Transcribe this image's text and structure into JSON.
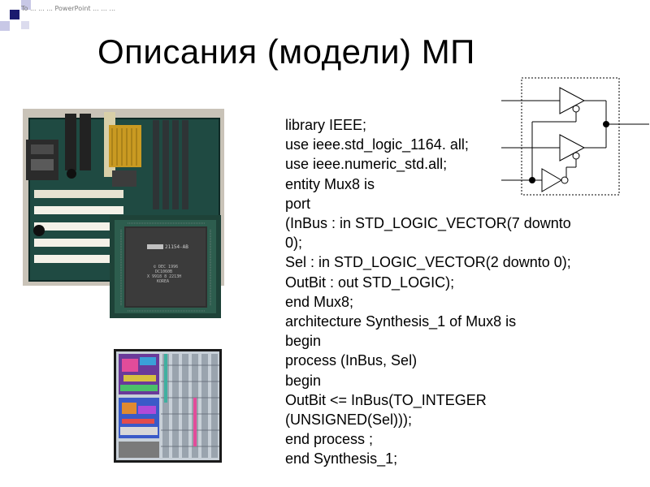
{
  "slide": {
    "banner": "To ... ... ... PowerPoint ... ... ...",
    "title": "Описания (модели) МП",
    "code_lines": [
      "library IEEE;",
      "use ieee.std_logic_1164. all;",
      "use ieee.numeric_std.all;",
      "entity Mux8 is",
      "port",
      "(InBus : in STD_LOGIC_VECTOR(7 downto",
      "0);",
      "Sel : in STD_LOGIC_VECTOR(2 downto 0);",
      "OutBit : out STD_LOGIC);",
      "end Mux8;",
      "architecture Synthesis_1 of Mux8 is",
      "begin",
      "process (InBus, Sel)",
      "begin",
      "OutBit <= InBus(TO_INTEGER",
      "(UNSIGNED(Sel)));",
      "end process ;",
      "end Synthesis_1;"
    ],
    "chip_marking": [
      "21154-AB",
      "© DEC 1996",
      "DC1060B",
      "X 9918 8 2213H",
      "KOREA"
    ],
    "colors": {
      "accent_dark": "#1a1a6e",
      "accent_light": "#c8c8e6"
    },
    "images": [
      "motherboard-photo",
      "processor-chip-photo",
      "chip-layout-image",
      "tristate-mux-schematic"
    ]
  }
}
